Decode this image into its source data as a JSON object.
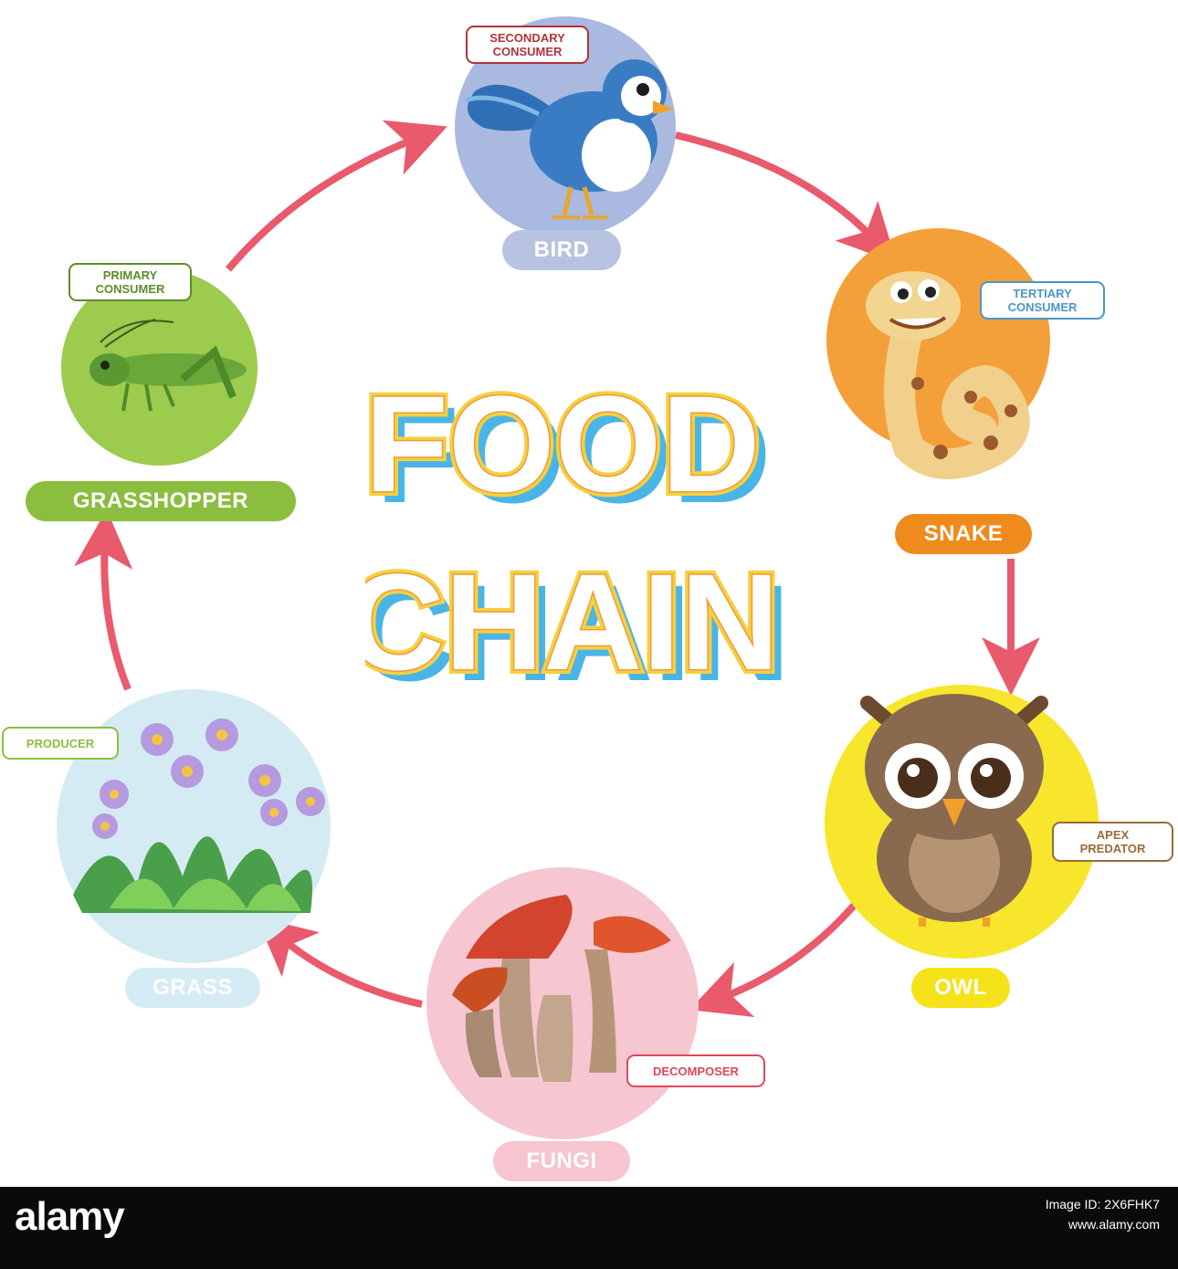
{
  "title": {
    "line1": "FOOD",
    "line2": "CHAIN"
  },
  "colors": {
    "arrow": "#e85a6c",
    "bird": "#a9b9df",
    "snake": "#f4a03a",
    "owl": "#f7e62c",
    "fungi": "#f6c7d0",
    "grass": "#d4ebf3",
    "grasshopper": "#9ccb4e"
  },
  "nodes": {
    "bird": {
      "name": "BIRD",
      "role": "SECONDARY\nCONSUMER",
      "pill_color": "#b7c3e1",
      "role_color": "#b1333a",
      "icon": "bird-icon"
    },
    "snake": {
      "name": "SNAKE",
      "role": "TERTIARY\nCONSUMER",
      "pill_color": "#ef8b1c",
      "role_color": "#4b96c8",
      "icon": "snake-icon"
    },
    "owl": {
      "name": "OWL",
      "role": "APEX\nPREDATOR",
      "pill_color": "#f5e21b",
      "role_color": "#9a6b3a",
      "icon": "owl-icon"
    },
    "fungi": {
      "name": "FUNGI",
      "role": "DECOMPOSER",
      "pill_color": "#f6c5cf",
      "role_color": "#e0475a",
      "icon": "mushroom-icon"
    },
    "grass": {
      "name": "GRASS",
      "role": "PRODUCER",
      "pill_color": "#d6ecf4",
      "role_color": "#8dbf3f",
      "icon": "flower-icon"
    },
    "grasshopper": {
      "name": "GRASSHOPPER",
      "role": "PRIMARY\nCONSUMER",
      "pill_color": "#8bbd3e",
      "role_color": "#5c8c27",
      "icon": "grasshopper-icon"
    }
  },
  "footer": {
    "logo": "alamy",
    "caption_line1": "Image ID: 2X6FHK7",
    "caption_line2": "www.alamy.com"
  }
}
